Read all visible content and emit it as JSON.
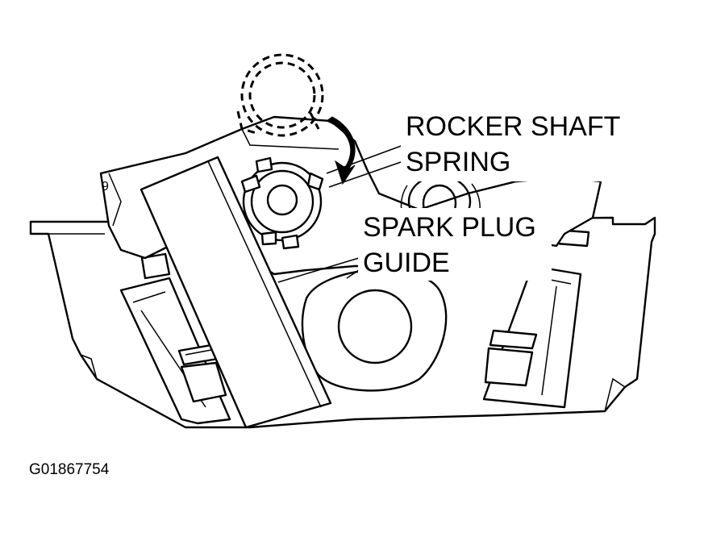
{
  "labels": {
    "rocker_shaft": "ROCKER SHAFT",
    "spring": "SPRING",
    "spark_plug": "SPARK PLUG",
    "guide": "GUIDE"
  },
  "figure_id": "G01867754",
  "colors": {
    "line": "#000000",
    "background": "#ffffff"
  }
}
